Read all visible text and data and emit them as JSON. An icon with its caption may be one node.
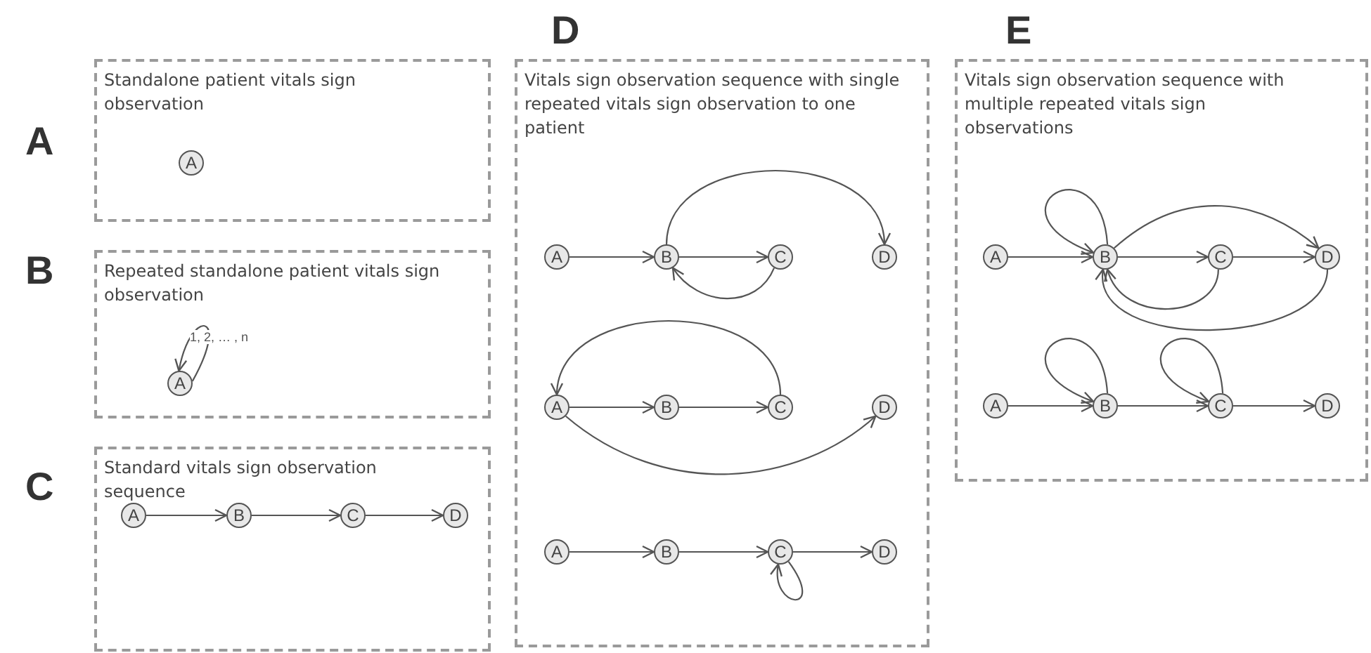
{
  "diagram": {
    "nodes": [
      {
        "text": [
          "Standalone patient vitals sign observation"
        ],
        "beside": [
          "A"
        ]
      },
      {
        "text": [
          "A"
        ],
        "in": 0
      },
      {
        "text": [
          "Repeated standalone patient vitals sign observation"
        ],
        "beside": [
          "B"
        ]
      },
      {
        "text": [
          "A"
        ],
        "in": 2
      },
      {
        "text": [
          "Standard vitals sign observation sequence"
        ],
        "beside": [
          "C"
        ]
      },
      {
        "text": [
          "A"
        ],
        "in": 4
      },
      {
        "text": [
          "B"
        ],
        "in": 4
      },
      {
        "text": [
          "C"
        ],
        "in": 4
      },
      {
        "text": [
          "D"
        ],
        "in": 4
      },
      {
        "text": [
          "Vitals sign observation sequence with single repeated vitals sign observation to one patient"
        ],
        "beside": [
          "D"
        ]
      },
      {
        "text": [
          "A"
        ],
        "in": 9
      },
      {
        "text": [
          "B"
        ],
        "in": 9
      },
      {
        "text": [
          "C"
        ],
        "in": 9
      },
      {
        "text": [
          "D"
        ],
        "in": 9
      },
      {
        "text": [
          "A"
        ],
        "in": 9
      },
      {
        "text": [
          "B"
        ],
        "in": 9
      },
      {
        "text": [
          "C"
        ],
        "in": 9
      },
      {
        "text": [
          "D"
        ],
        "in": 9
      },
      {
        "text": [
          "A"
        ],
        "in": 9
      },
      {
        "text": [
          "B"
        ],
        "in": 9
      },
      {
        "text": [
          "C"
        ],
        "in": 9
      },
      {
        "text": [
          "D"
        ],
        "in": 9
      },
      {
        "text": [
          "Vitals sign observation sequence with multiple repeated vitals sign observations"
        ],
        "beside": [
          "E"
        ]
      },
      {
        "text": [
          "A"
        ],
        "in": 22
      },
      {
        "text": [
          "B"
        ],
        "in": 22
      },
      {
        "text": [
          "C"
        ],
        "in": 22
      },
      {
        "text": [
          "D"
        ],
        "in": 22
      },
      {
        "text": [
          "A"
        ],
        "in": 22
      },
      {
        "text": [
          "B"
        ],
        "in": 22
      },
      {
        "text": [
          "C"
        ],
        "in": 22
      },
      {
        "text": [
          "D"
        ],
        "in": 22
      }
    ],
    "edges": [
      {
        "from": 3,
        "to": 3,
        "arrow": "to",
        "label": "1, 2, … , n"
      },
      {
        "from": 5,
        "to": 6,
        "arrow": "to"
      },
      {
        "from": 6,
        "to": 7,
        "arrow": "to"
      },
      {
        "from": 7,
        "to": 8,
        "arrow": "to"
      },
      {
        "from": 10,
        "to": 11,
        "arrow": "to"
      },
      {
        "from": 11,
        "to": 12,
        "arrow": "to"
      },
      {
        "from": 12,
        "to": 11,
        "arrow": "to"
      },
      {
        "from": 11,
        "to": 13,
        "arrow": "to"
      },
      {
        "from": 14,
        "to": 15,
        "arrow": "to"
      },
      {
        "from": 15,
        "to": 16,
        "arrow": "to"
      },
      {
        "from": 16,
        "to": 14,
        "arrow": "to"
      },
      {
        "from": 14,
        "to": 17,
        "arrow": "to"
      },
      {
        "from": 18,
        "to": 19,
        "arrow": "to"
      },
      {
        "from": 19,
        "to": 20,
        "arrow": "to"
      },
      {
        "from": 20,
        "to": 21,
        "arrow": "to"
      },
      {
        "from": 20,
        "to": 20,
        "arrow": "to"
      },
      {
        "from": 23,
        "to": 24,
        "arrow": "to"
      },
      {
        "from": 24,
        "to": 24,
        "arrow": "to"
      },
      {
        "from": 24,
        "to": 25,
        "arrow": "to"
      },
      {
        "from": 25,
        "to": 26,
        "arrow": "to"
      },
      {
        "from": 24,
        "to": 26,
        "arrow": "to"
      },
      {
        "from": 25,
        "to": 24,
        "arrow": "to"
      },
      {
        "from": 26,
        "to": 24,
        "arrow": "to"
      },
      {
        "from": 27,
        "to": 28,
        "arrow": "to"
      },
      {
        "from": 28,
        "to": 28,
        "arrow": "to"
      },
      {
        "from": 28,
        "to": 29,
        "arrow": "to"
      },
      {
        "from": 29,
        "to": 29,
        "arrow": "to"
      },
      {
        "from": 29,
        "to": 30,
        "arrow": "to"
      }
    ]
  }
}
